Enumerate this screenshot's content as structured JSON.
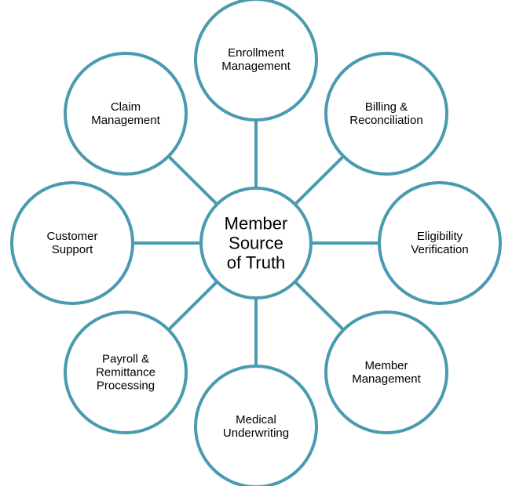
{
  "colors": {
    "stroke": "#4a9ab0",
    "text": "#000000",
    "background": "#ffffff"
  },
  "hub": {
    "label": "Member\nSource\nof Truth"
  },
  "nodes": [
    {
      "id": "enrollment",
      "label": "Enrollment\nManagement"
    },
    {
      "id": "billing",
      "label": "Billing &\nReconciliation"
    },
    {
      "id": "eligibility",
      "label": "Eligibility\nVerification"
    },
    {
      "id": "member",
      "label": "Member\nManagement"
    },
    {
      "id": "underwriting",
      "label": "Medical\nUnderwriting"
    },
    {
      "id": "payroll",
      "label": "Payroll &\nRemittance\nProcessing"
    },
    {
      "id": "support",
      "label": "Customer\nSupport"
    },
    {
      "id": "claim",
      "label": "Claim\nManagement"
    }
  ]
}
